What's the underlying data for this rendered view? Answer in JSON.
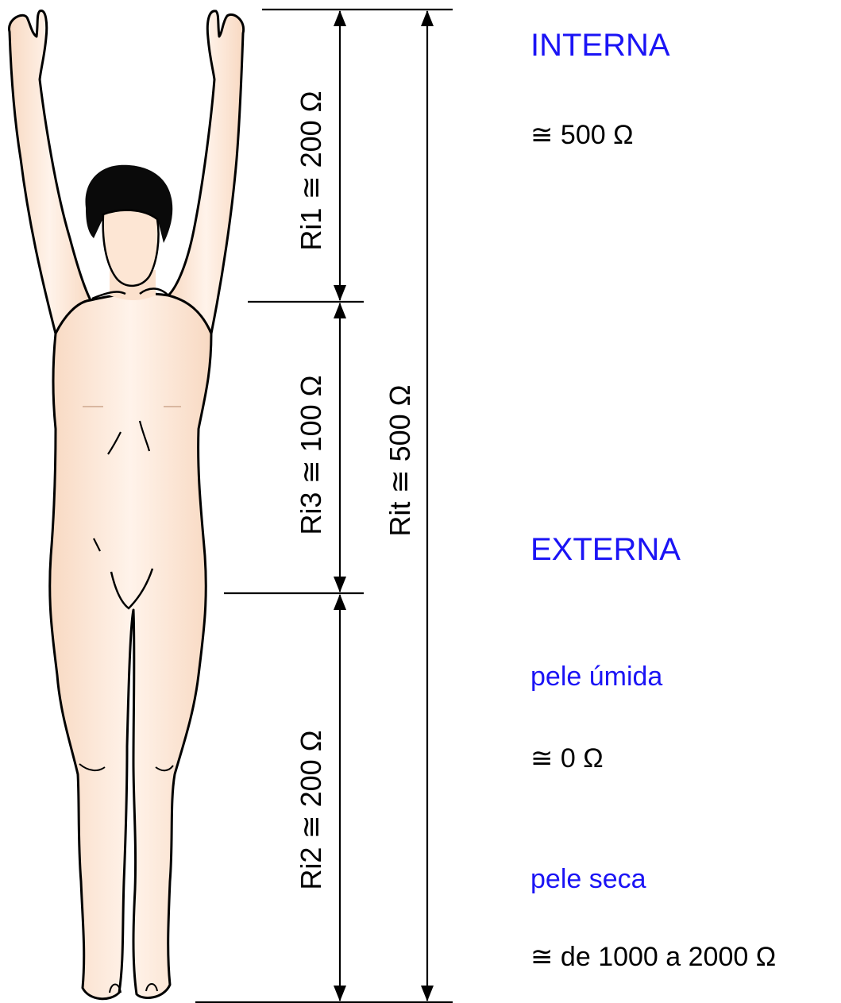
{
  "colors": {
    "skin": "#fde6d4",
    "skin_light": "#fff3ea",
    "hair": "#0a0a0a",
    "outline": "#000000",
    "accent_text": "#1b14f5"
  },
  "labels": {
    "ri1": "Ri1 ≅ 200 Ω",
    "ri3": "Ri3 ≅ 100 Ω",
    "ri2": "Ri2 ≅ 200 Ω",
    "rit": "Rit ≅ 500 Ω"
  },
  "interna": {
    "heading": "INTERNA",
    "value": "≅ 500 Ω"
  },
  "externa": {
    "heading": "EXTERNA",
    "wet_label": "pele úmida",
    "wet_value": "≅ 0 Ω",
    "dry_label": "pele seca",
    "dry_value": "≅ de 1000 a 2000 Ω"
  }
}
